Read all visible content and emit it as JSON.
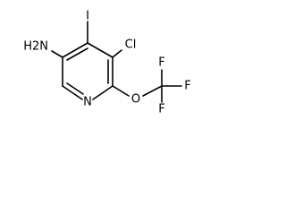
{
  "structure": {
    "atoms": {
      "iodine": "I",
      "chlorine": "Cl",
      "amine": "H2N",
      "ring_nitrogen": "N",
      "ether_oxygen": "O",
      "fluorine_top": "F",
      "fluorine_right": "F",
      "fluorine_bottom": "F"
    }
  }
}
